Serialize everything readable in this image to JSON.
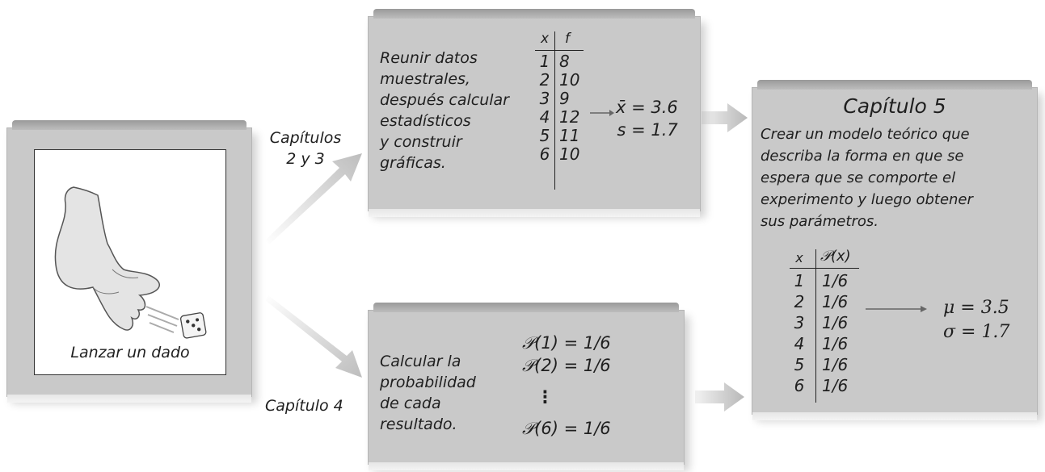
{
  "left_panel": {
    "caption": "Lanzar un dado",
    "illustration": "hand-throwing-die"
  },
  "branch_labels": {
    "top": [
      "Capítulos",
      "2 y 3"
    ],
    "bottom": "Capítulo 4"
  },
  "top_panel": {
    "text_lines": [
      "Reunir datos",
      "muestrales,",
      "después calcular",
      "estadísticos",
      "y construir",
      "gráficas."
    ],
    "table": {
      "headers": [
        "x",
        "f"
      ],
      "x": [
        "1",
        "2",
        "3",
        "4",
        "5",
        "6"
      ],
      "f": [
        "8",
        "10",
        "9",
        "12",
        "11",
        "10"
      ]
    },
    "stats": [
      "x̄ = 3.6",
      "s = 1.7"
    ]
  },
  "bottom_panel": {
    "text_lines": [
      "Calcular la",
      "probabilidad",
      "de cada",
      "resultado."
    ],
    "probs": {
      "first": [
        "𝒫(1) = 1/6",
        "𝒫(2) = 1/6"
      ],
      "ellipsis": "⋮",
      "last": "𝒫(6) = 1/6"
    }
  },
  "right_panel": {
    "title": "Capítulo 5",
    "text_lines": [
      "Crear un modelo teórico que",
      "describa la forma en que se",
      "espera que se comporte el",
      "experimento y luego obtener",
      "sus parámetros."
    ],
    "table": {
      "headers": [
        "x",
        "𝒫(x)"
      ],
      "x": [
        "1",
        "2",
        "3",
        "4",
        "5",
        "6"
      ],
      "p": [
        "1/6",
        "1/6",
        "1/6",
        "1/6",
        "1/6",
        "1/6"
      ]
    },
    "params": [
      "μ = 3.5",
      "σ = 1.7"
    ]
  },
  "colors": {
    "panel": "#c9c9c9",
    "panel_top": "#9a9a9a",
    "arrow": "#b8b8b8",
    "text": "#1f1f1f"
  }
}
